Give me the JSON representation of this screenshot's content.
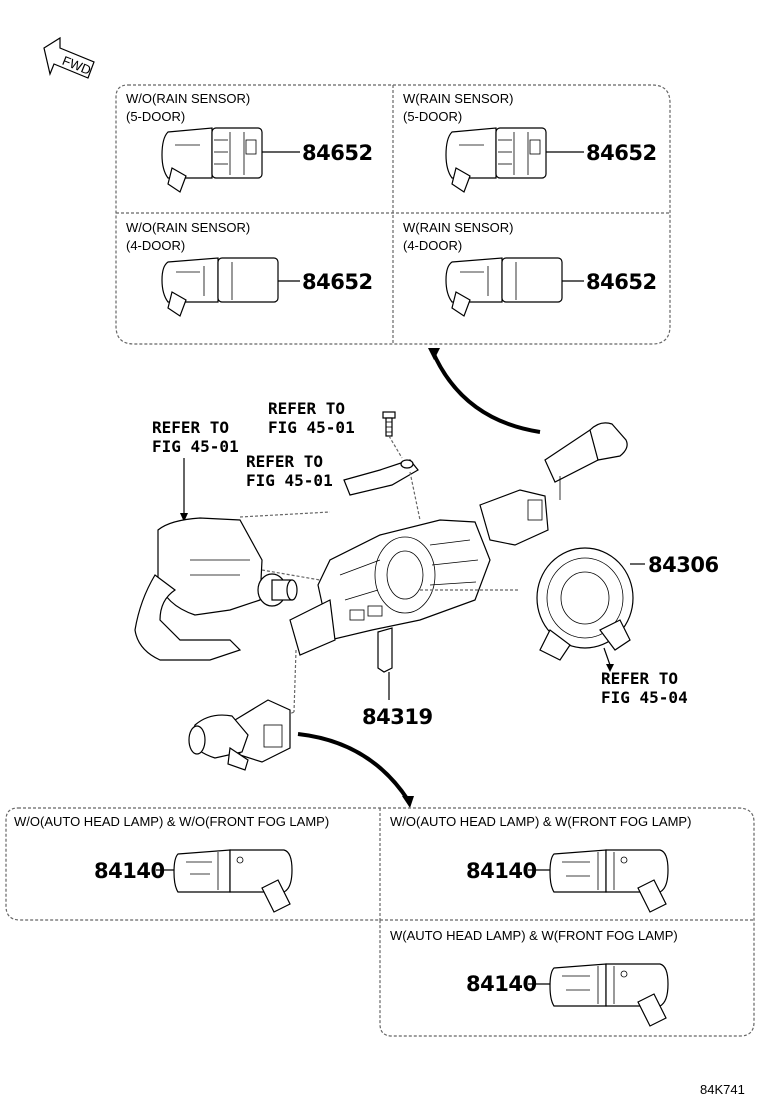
{
  "fwd_label": "FWD",
  "wiper_switches": [
    {
      "cond1": "W/O(RAIN SENSOR)",
      "cond2": "(5-DOOR)",
      "part": "84652"
    },
    {
      "cond1": "W(RAIN SENSOR)",
      "cond2": "(5-DOOR)",
      "part": "84652"
    },
    {
      "cond1": "W/O(RAIN SENSOR)",
      "cond2": "(4-DOOR)",
      "part": "84652"
    },
    {
      "cond1": "W(RAIN SENSOR)",
      "cond2": "(4-DOOR)",
      "part": "84652"
    }
  ],
  "refs": {
    "ref_left": {
      "line1": "REFER TO",
      "line2": "FIG 45-01"
    },
    "ref_bolt": {
      "line1": "REFER TO",
      "line2": "FIG 45-01"
    },
    "ref_bracket": {
      "line1": "REFER TO",
      "line2": "FIG 45-01"
    },
    "ref_spiral": {
      "line1": "REFER TO",
      "line2": "FIG 45-04"
    }
  },
  "parts": {
    "spiral_cable": "84306",
    "column_switch_body": "84319"
  },
  "headlamp_switches": [
    {
      "cond": "W/O(AUTO HEAD LAMP) & W/O(FRONT FOG LAMP)",
      "part": "84140"
    },
    {
      "cond": "W/O(AUTO HEAD LAMP) & W(FRONT FOG LAMP)",
      "part": "84140"
    },
    {
      "cond": "W(AUTO HEAD LAMP) & W(FRONT FOG LAMP)",
      "part": "84140"
    }
  ],
  "figure_code": "84K741"
}
